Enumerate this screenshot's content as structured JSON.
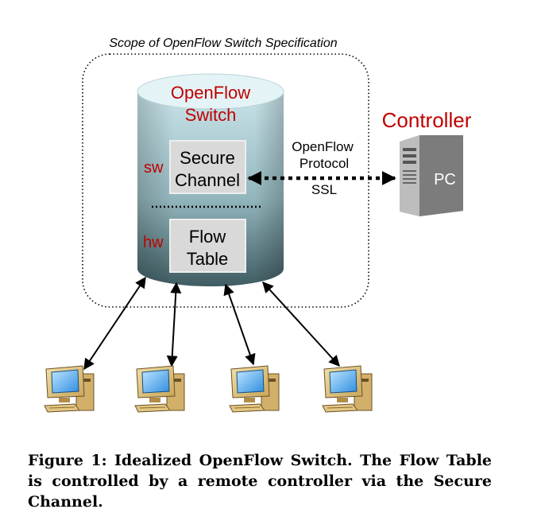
{
  "scope_label": "Scope of OpenFlow Switch Specification",
  "switch": {
    "title_line1": "OpenFlow",
    "title_line2": "Switch",
    "sw_label": "sw",
    "hw_label": "hw",
    "secure_line1": "Secure",
    "secure_line2": "Channel",
    "flow_line1": "Flow",
    "flow_line2": "Table"
  },
  "protocol": {
    "line1": "OpenFlow",
    "line2": "Protocol",
    "line3": "SSL"
  },
  "controller": {
    "title": "Controller",
    "pc_label": "PC"
  },
  "hosts_count": 4,
  "caption": "Figure 1: Idealized OpenFlow Switch. The Flow Table is controlled by a remote controller via the Secure Channel.",
  "colors": {
    "accent_red": "#c00000",
    "cylinder_top": "#dceef2",
    "cylinder_body": "#8fb1b8",
    "box_fill": "#d9d9d9"
  }
}
